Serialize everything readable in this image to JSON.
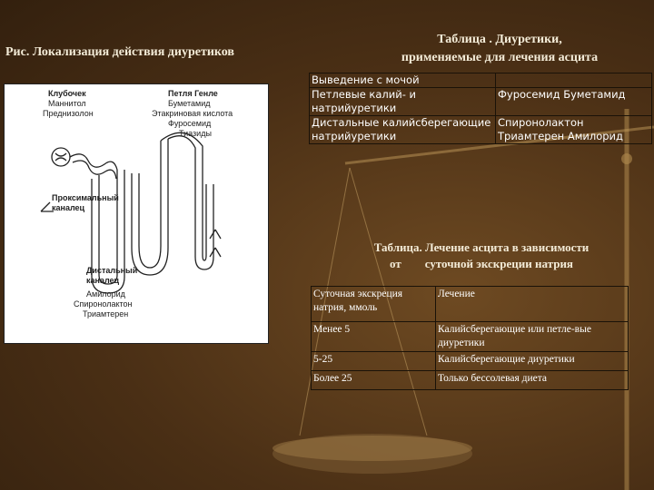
{
  "left_title": "Рис. Локализация действия диуретиков",
  "right_title_line1": "Таблица . Диуретики,",
  "right_title_line2": "применяемые для лечения асцита",
  "figure": {
    "glomerulus": "Клубочек",
    "mannitol": "Маннитол",
    "prednisolone": "Преднизолон",
    "henle_loop": "Петля Генле",
    "bumetanide": "Буметамид",
    "ethacrynic": "Этакриновая кислота",
    "furosemide": "Фуросемид",
    "thiazides": "Тиазиды",
    "proximal1": "Проксимальный",
    "proximal2": "каналец",
    "distal1": "Дистальный",
    "distal2": "каналец",
    "amiloride": "Амилорид",
    "spironolactone": "Спиронолактон",
    "triamterene": "Триамтерен"
  },
  "table1": {
    "rows": [
      {
        "c1": "Выведение с мочой",
        "c2": ""
      },
      {
        "c1": "Петлевые калий- и натрийуретики",
        "c2": "Фуросемид Буметамид"
      },
      {
        "c1": "Дистальные калийсберегающие натрийуретики",
        "c2": "Спиронолактон Триамтерен Амилорид"
      }
    ]
  },
  "table2_title_line1": "Таблица. Лечение асцита в зависимости",
  "table2_title_line2": "от        суточной экскреции натрия",
  "table2": {
    "header": {
      "c1": "Суточная экскреция натрия, ммоль",
      "c2": "Лечение"
    },
    "rows": [
      {
        "c1": "Менее 5",
        "c2": "Калийсберегающие или петле-вые диуретики"
      },
      {
        "c1": "5-25",
        "c2": "Калийсберегающие диуретики"
      },
      {
        "c1": "Более 25",
        "c2": "Только бессолевая диета"
      }
    ]
  }
}
